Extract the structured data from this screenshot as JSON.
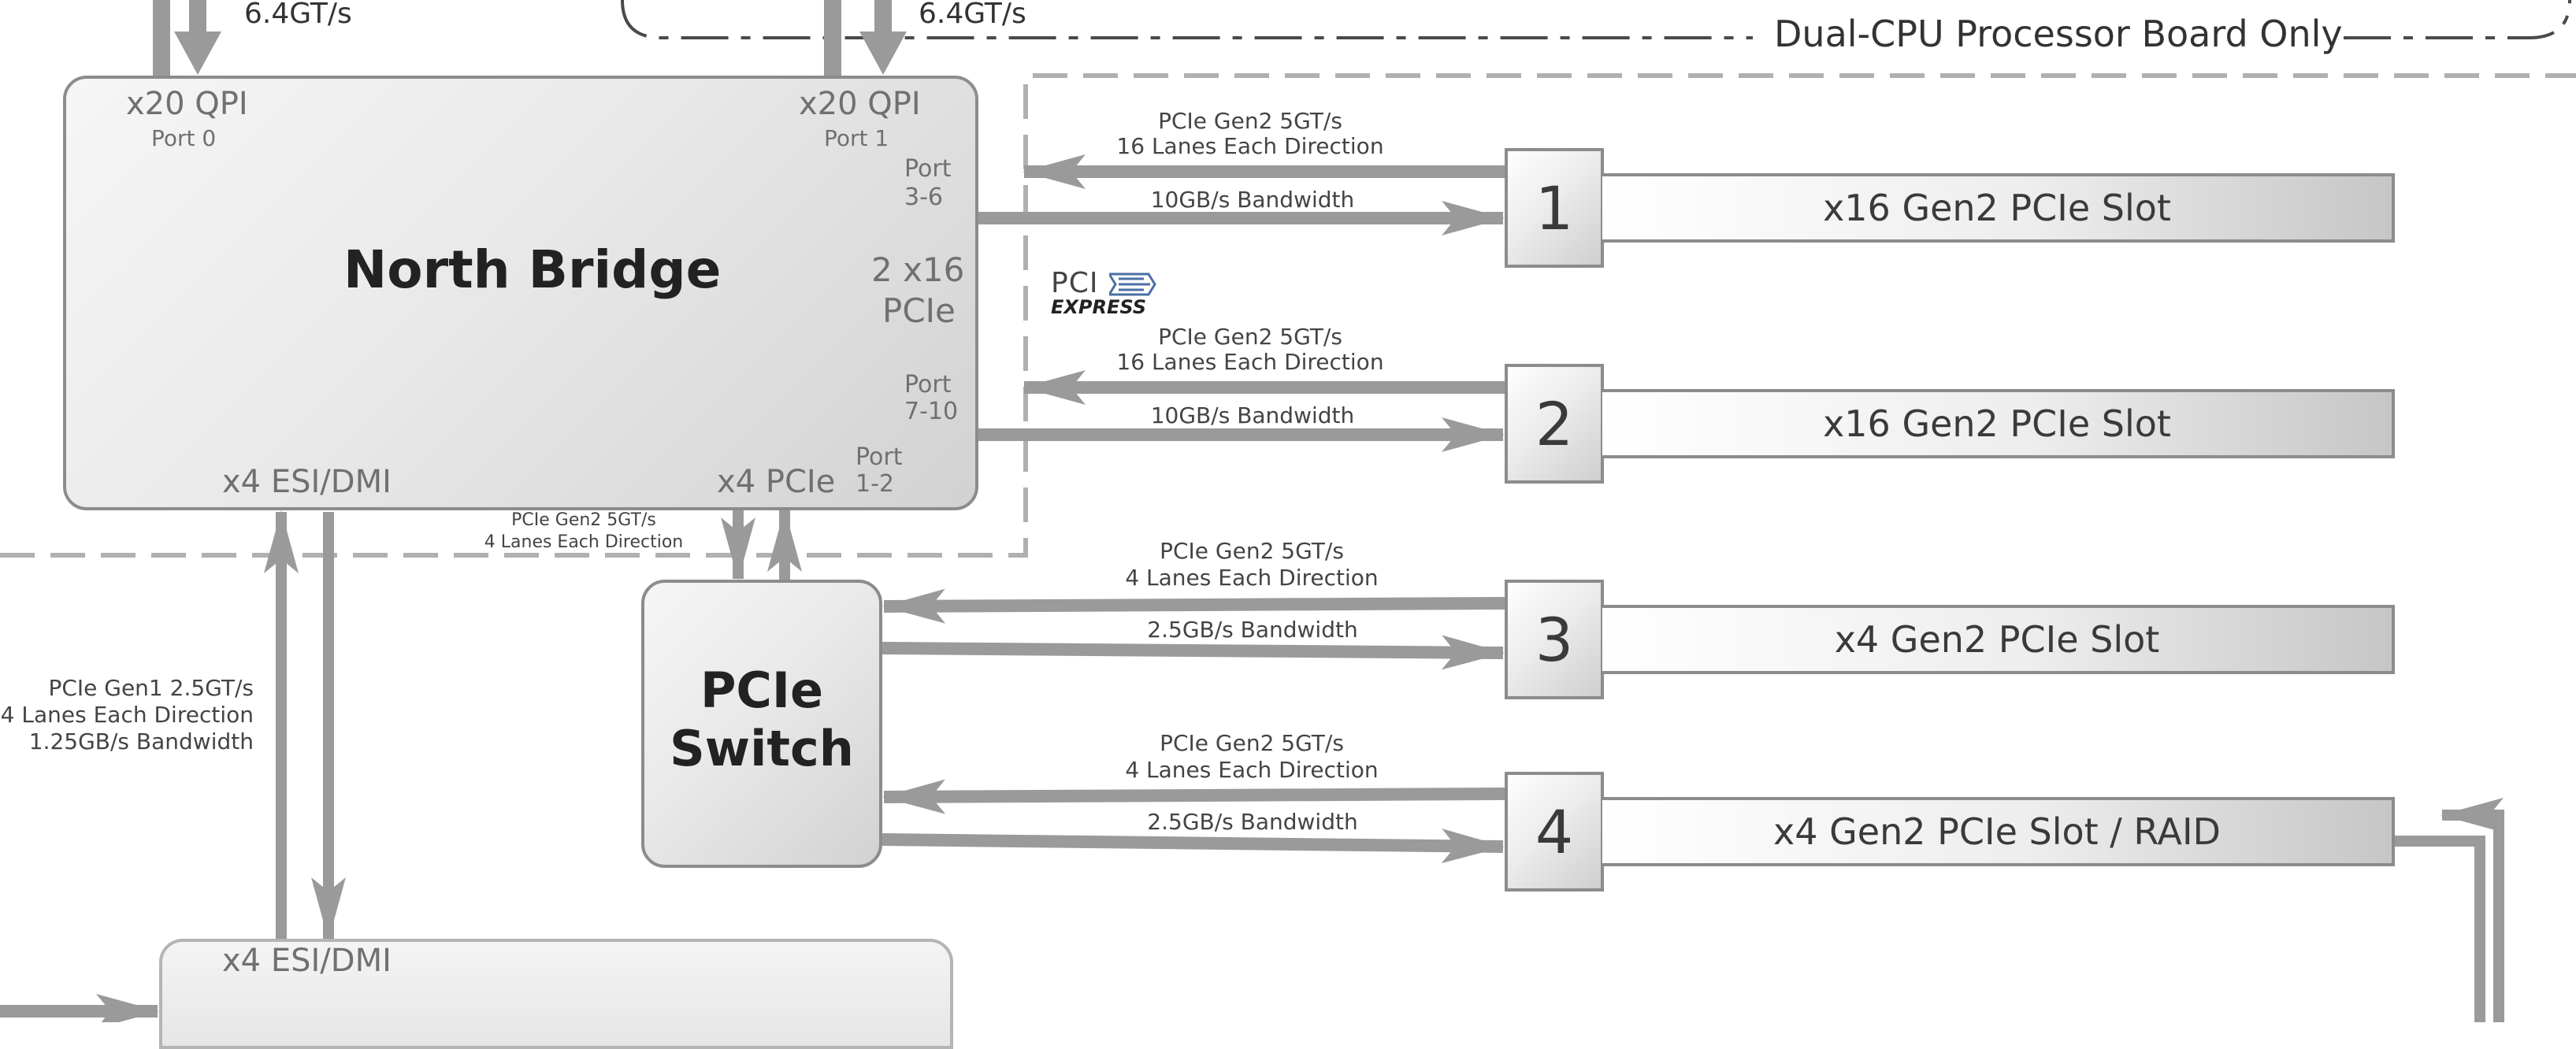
{
  "top_links": {
    "left_speed": "6.4GT/s",
    "right_speed": "6.4GT/s"
  },
  "dual_cpu_label": "Dual-CPU Processor Board Only",
  "north_bridge": {
    "title": "North Bridge",
    "qpi0": "x20 QPI",
    "qpi0_port": "Port 0",
    "qpi1": "x20 QPI",
    "qpi1_port": "Port 1",
    "port_a": [
      "Port",
      "3-6"
    ],
    "pcie_x16": [
      "2 x16",
      "PCIe"
    ],
    "port_b": [
      "Port",
      "7-10"
    ],
    "port_c": [
      "Port",
      "1-2"
    ],
    "esi": "x4 ESI/DMI",
    "x4pcie": "x4 PCIe"
  },
  "pci_express_logo": {
    "top": "PCI",
    "bottom": "EXPRESS"
  },
  "switch": {
    "line1": "PCIe",
    "line2": "Switch"
  },
  "links": [
    {
      "speed": "PCIe Gen2 5GT/s",
      "lanes": "16 Lanes Each Direction",
      "bandwidth": "10GB/s Bandwidth"
    },
    {
      "speed": "PCIe Gen2 5GT/s",
      "lanes": "16 Lanes Each Direction",
      "bandwidth": "10GB/s Bandwidth"
    },
    {
      "speed": "PCIe Gen2 5GT/s",
      "lanes": "4 Lanes Each Direction",
      "bandwidth": "2.5GB/s Bandwidth"
    },
    {
      "speed": "PCIe Gen2 5GT/s",
      "lanes": "4 Lanes Each Direction",
      "bandwidth": "2.5GB/s Bandwidth"
    }
  ],
  "slots": [
    {
      "num": "1",
      "label": "x16 Gen2 PCIe Slot"
    },
    {
      "num": "2",
      "label": "x16 Gen2 PCIe Slot"
    },
    {
      "num": "3",
      "label": "x4 Gen2 PCIe Slot"
    },
    {
      "num": "4",
      "label": "x4 Gen2 PCIe Slot / RAID"
    }
  ],
  "switch_uplink": {
    "line1": "PCIe Gen2 5GT/s",
    "line2": "4 Lanes Each Direction"
  },
  "esi_link": {
    "line1": "PCIe Gen1 2.5GT/s",
    "line2": "4 Lanes Each Direction",
    "line3": "1.25GB/s Bandwidth"
  },
  "south_bridge": {
    "esi": "x4 ESI/DMI"
  },
  "colors": {
    "arrow": "#9a9a9a",
    "border": "#8c8c8c",
    "dash": "#b0b0b0",
    "text": "#333333"
  }
}
